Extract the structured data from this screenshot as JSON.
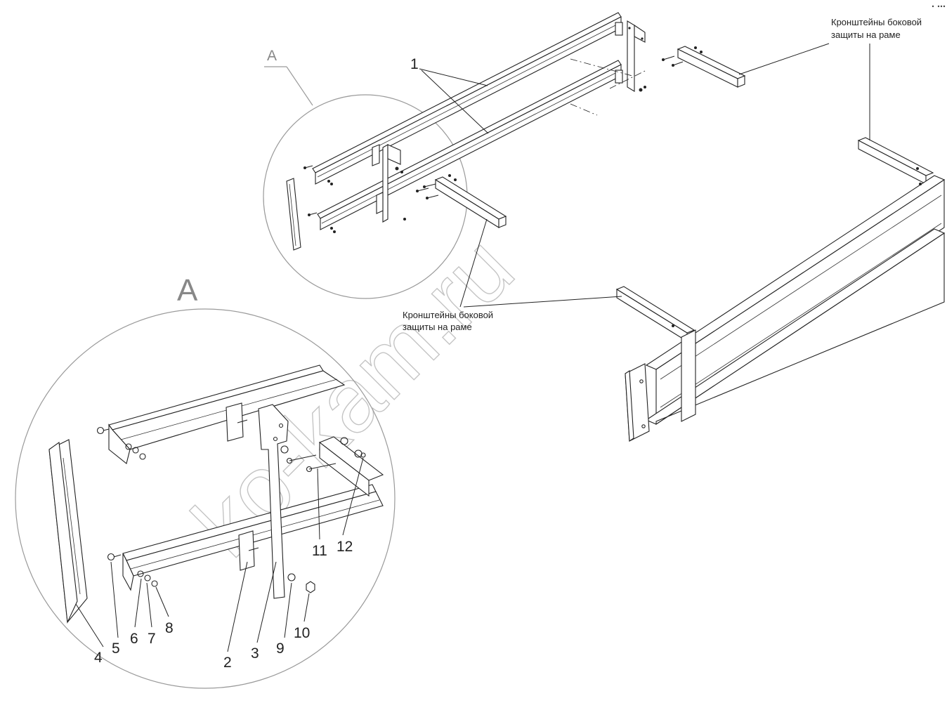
{
  "callouts": {
    "bracket_label_top": [
      "Кронштейны боковой",
      "защиты на раме"
    ],
    "bracket_label_mid": [
      "Кронштейны боковой",
      "защиты на раме"
    ],
    "detail_marker_small": "A",
    "detail_marker_large": "A"
  },
  "part_numbers": {
    "p1": "1",
    "p2": "2",
    "p3": "3",
    "p4": "4",
    "p5": "5",
    "p6": "6",
    "p7": "7",
    "p8": "8",
    "p9": "9",
    "p10": "10",
    "p11": "11",
    "p12": "12"
  },
  "watermark": {
    "text": "ko-kam.ru",
    "color": "#c4c4c4"
  },
  "colors": {
    "line": "#222222",
    "marker_gray": "#888888",
    "background": "#ffffff"
  }
}
